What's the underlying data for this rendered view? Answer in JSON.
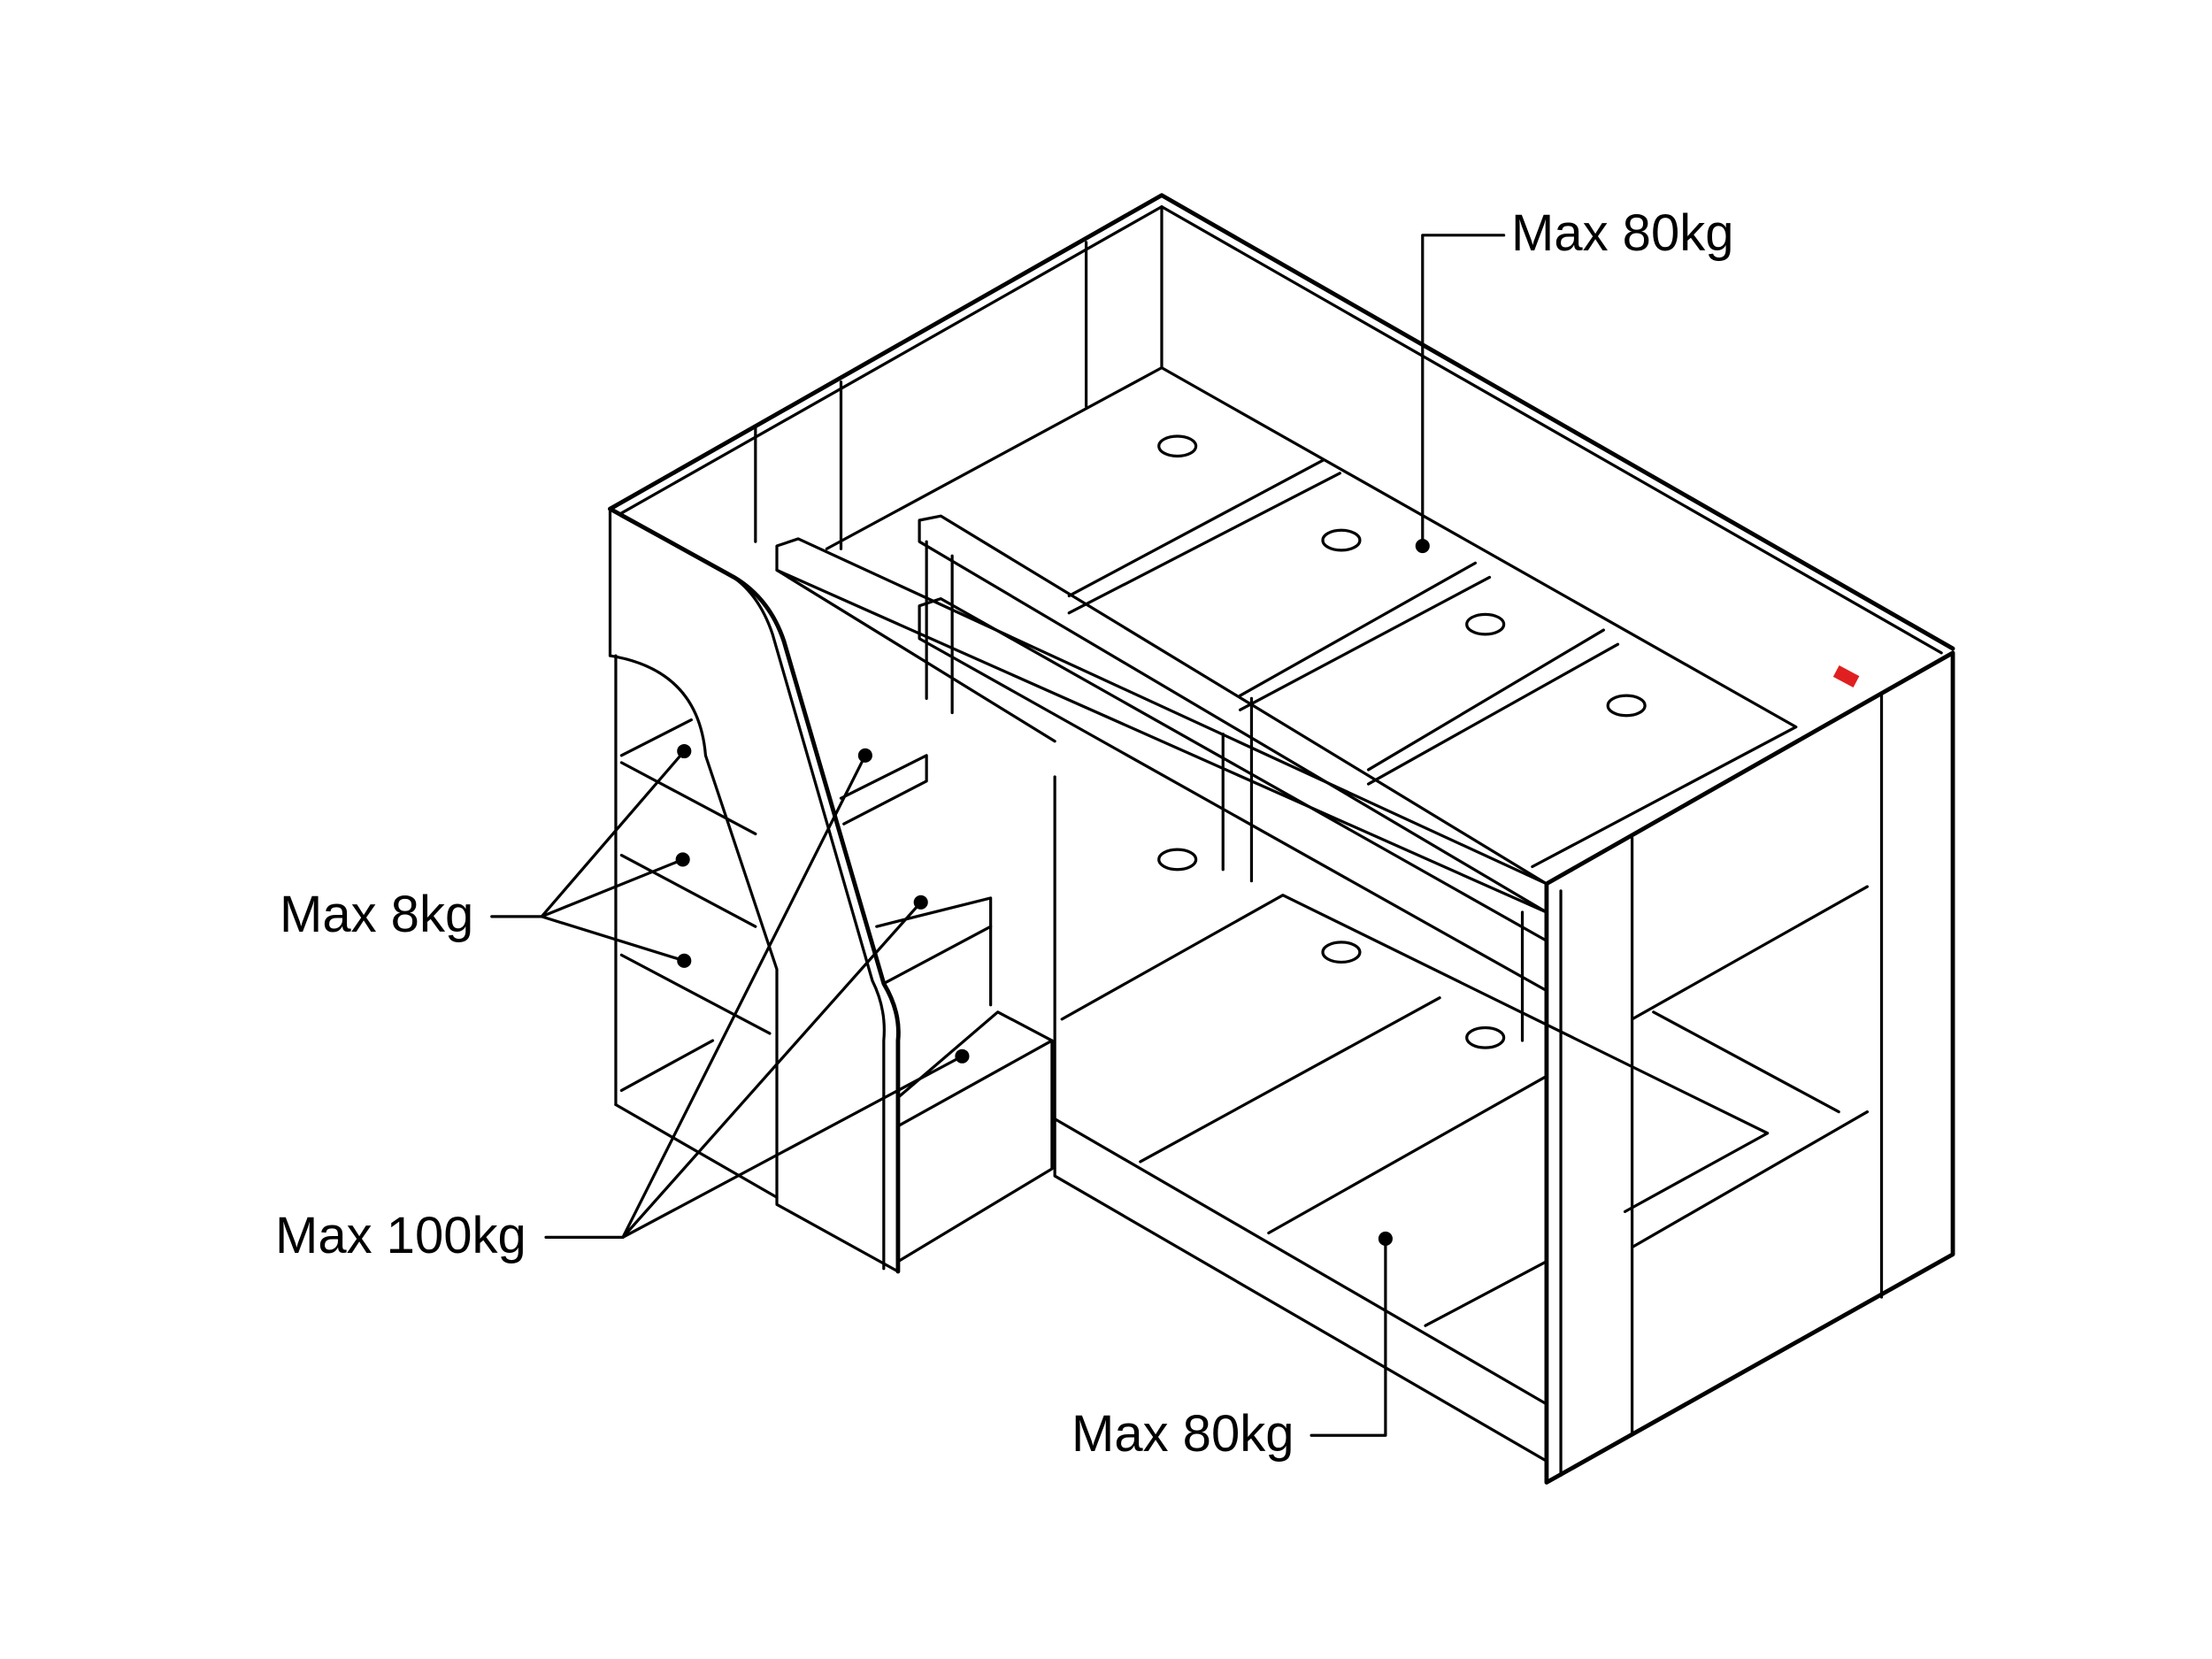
{
  "labels": {
    "top_bunk": "Max 80kg",
    "shelves": "Max 8kg",
    "stairs": "Max 100kg",
    "bottom_bunk": "Max 80kg"
  },
  "colors": {
    "line": "#000000",
    "tag": "#e02020"
  }
}
